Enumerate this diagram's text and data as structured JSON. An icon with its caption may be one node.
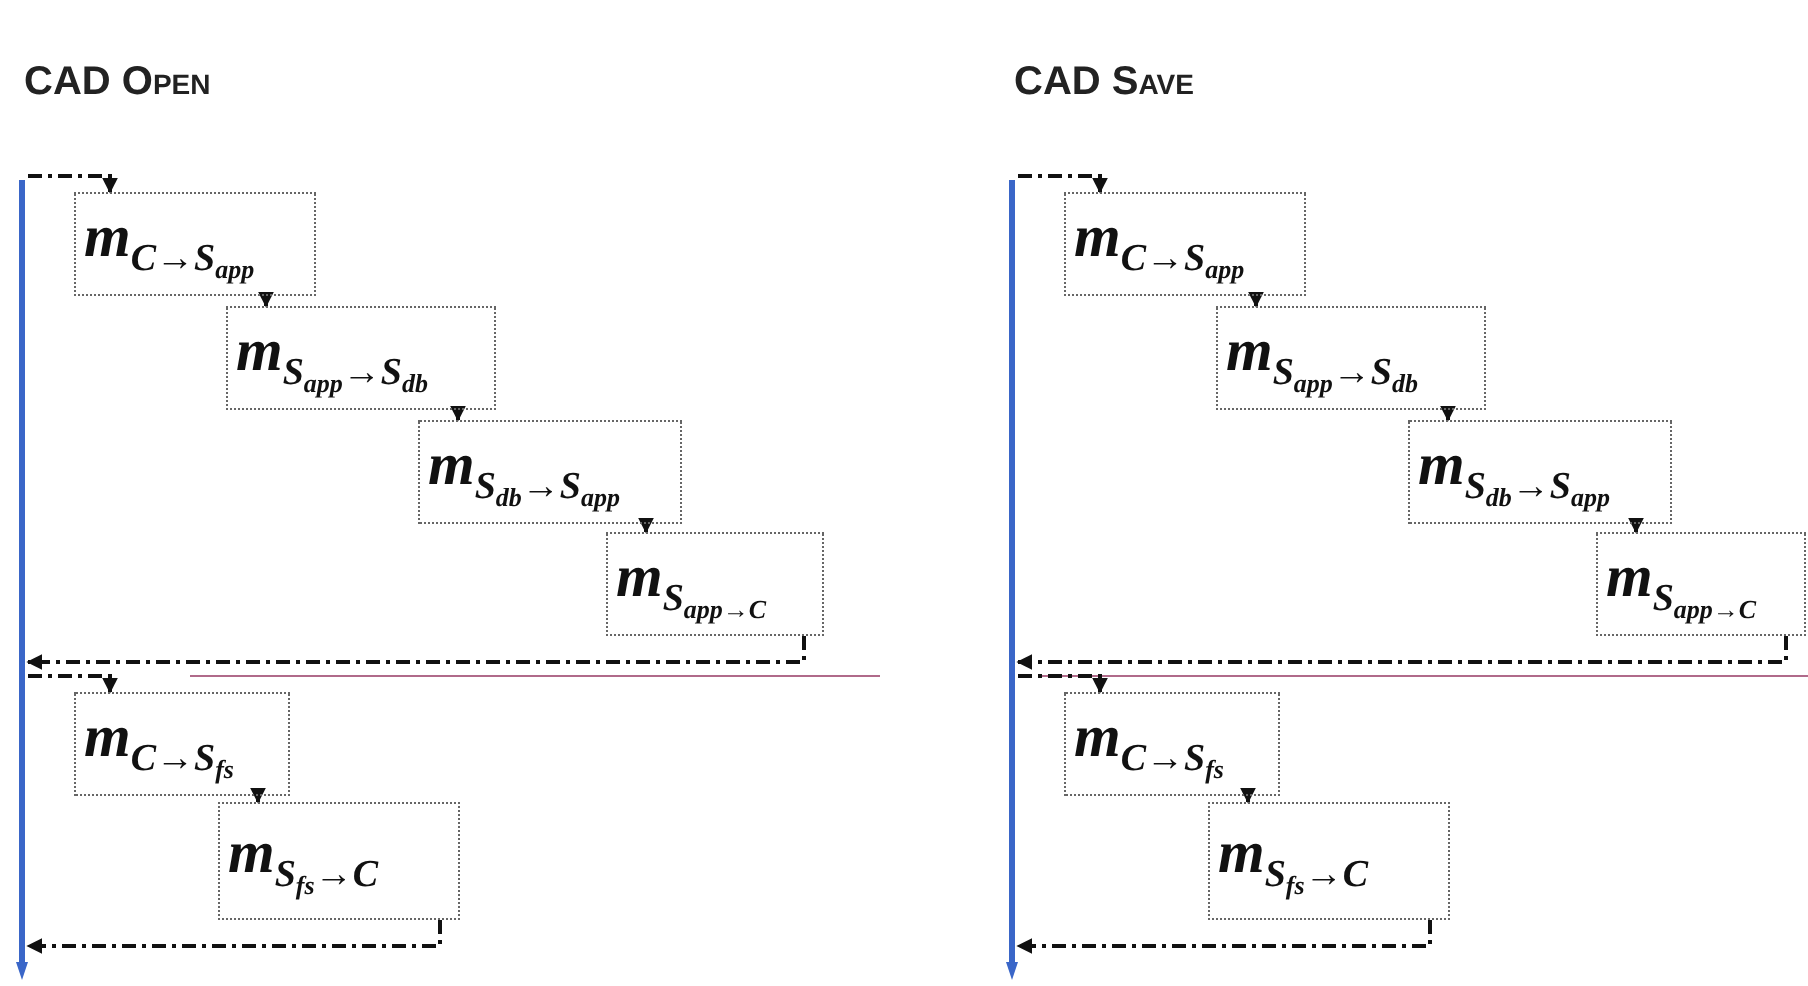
{
  "diagram": {
    "nodes": [
      {
        "text": [],
        "shape": "bar"
      },
      {
        "text": [
          "m$_{C→S}$$_{app}$"
        ]
      },
      {
        "text": [
          "m$_{S}$$_{app}$$_{→S}$$_{db}$"
        ]
      },
      {
        "text": [
          "m$_{S}$$_{db}$$_{→S}$$_{app}$"
        ]
      },
      {
        "text": [
          "m$_{S}$$_{app→C}$"
        ]
      },
      {
        "text": [
          "m$_{C→S}$$_{fs}$"
        ]
      },
      {
        "text": [
          "m$_{S}$$_{fs}$$_{→C}$"
        ]
      },
      {
        "text": [],
        "shape": "bar"
      },
      {
        "text": [
          "m$_{C→S}$$_{app}$"
        ]
      },
      {
        "text": [
          "m$_{S}$$_{app}$$_{→S}$$_{db}$"
        ]
      },
      {
        "text": [
          "m$_{S}$$_{db}$$_{→S}$$_{app}$"
        ]
      },
      {
        "text": [
          "m$_{S}$$_{app→C}$"
        ]
      },
      {
        "text": [
          "m$_{C→S}$$_{fs}$"
        ]
      },
      {
        "text": [
          "m$_{S}$$_{fs}$$_{→C}$"
        ]
      }
    ],
    "edges": [
      {
        "from": 0,
        "to": 1,
        "arrow": "to"
      },
      {
        "from": 1,
        "to": 2,
        "arrow": "to"
      },
      {
        "from": 2,
        "to": 3,
        "arrow": "to"
      },
      {
        "from": 3,
        "to": 4,
        "arrow": "to"
      },
      {
        "from": 4,
        "to": 0,
        "arrow": "to"
      },
      {
        "from": 0,
        "to": 5,
        "arrow": "to"
      },
      {
        "from": 5,
        "to": 6,
        "arrow": "to"
      },
      {
        "from": 6,
        "to": 0,
        "arrow": "to"
      },
      {
        "from": 7,
        "to": 8,
        "arrow": "to"
      },
      {
        "from": 8,
        "to": 9,
        "arrow": "to"
      },
      {
        "from": 9,
        "to": 10,
        "arrow": "to"
      },
      {
        "from": 10,
        "to": 11,
        "arrow": "to"
      },
      {
        "from": 11,
        "to": 7,
        "arrow": "to"
      },
      {
        "from": 7,
        "to": 12,
        "arrow": "to"
      },
      {
        "from": 12,
        "to": 13,
        "arrow": "to"
      },
      {
        "from": 13,
        "to": 7,
        "arrow": "to"
      }
    ],
    "labels": [
      "CAD Open",
      "CAD Save"
    ]
  }
}
